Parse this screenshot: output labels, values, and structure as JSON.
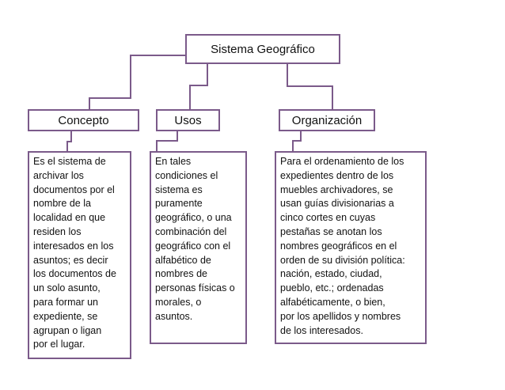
{
  "diagram": {
    "title": "Sistema Geográfico",
    "nodes": [
      {
        "header": "Concepto",
        "lines": [
          "Es el sistema de",
          "archivar los",
          "documentos por el",
          "nombre de la",
          "localidad en que",
          "residen los",
          "interesados en los",
          "asuntos; es decir",
          "los documentos de",
          "un solo asunto,",
          "para formar un",
          "expediente, se",
          "agrupan o ligan",
          "por el lugar."
        ]
      },
      {
        "header": "Usos",
        "lines": [
          "En tales",
          "condiciones el",
          "sistema es",
          "puramente",
          "geográfico, o una",
          "combinación del",
          "geográfico con el",
          "alfabético de",
          "nombres de",
          "personas físicas o",
          "morales, o",
          "asuntos."
        ]
      },
      {
        "header": "Organización",
        "lines": [
          "Para el ordenamiento de los",
          "expedientes dentro de los",
          "muebles archivadores, se",
          "usan guías divisionarias a",
          "cinco cortes en cuyas",
          "pestañas se anotan los",
          "nombres geográficos en el",
          "orden de su división política:",
          "nación, estado, ciudad,",
          "pueblo, etc.; ordenadas",
          "alfabéticamente, o bien,",
          "por los apellidos y nombres",
          "de los interesados."
        ]
      }
    ]
  },
  "colors": {
    "border": "#7b5a8a",
    "text": "#111111",
    "background": "#ffffff"
  }
}
